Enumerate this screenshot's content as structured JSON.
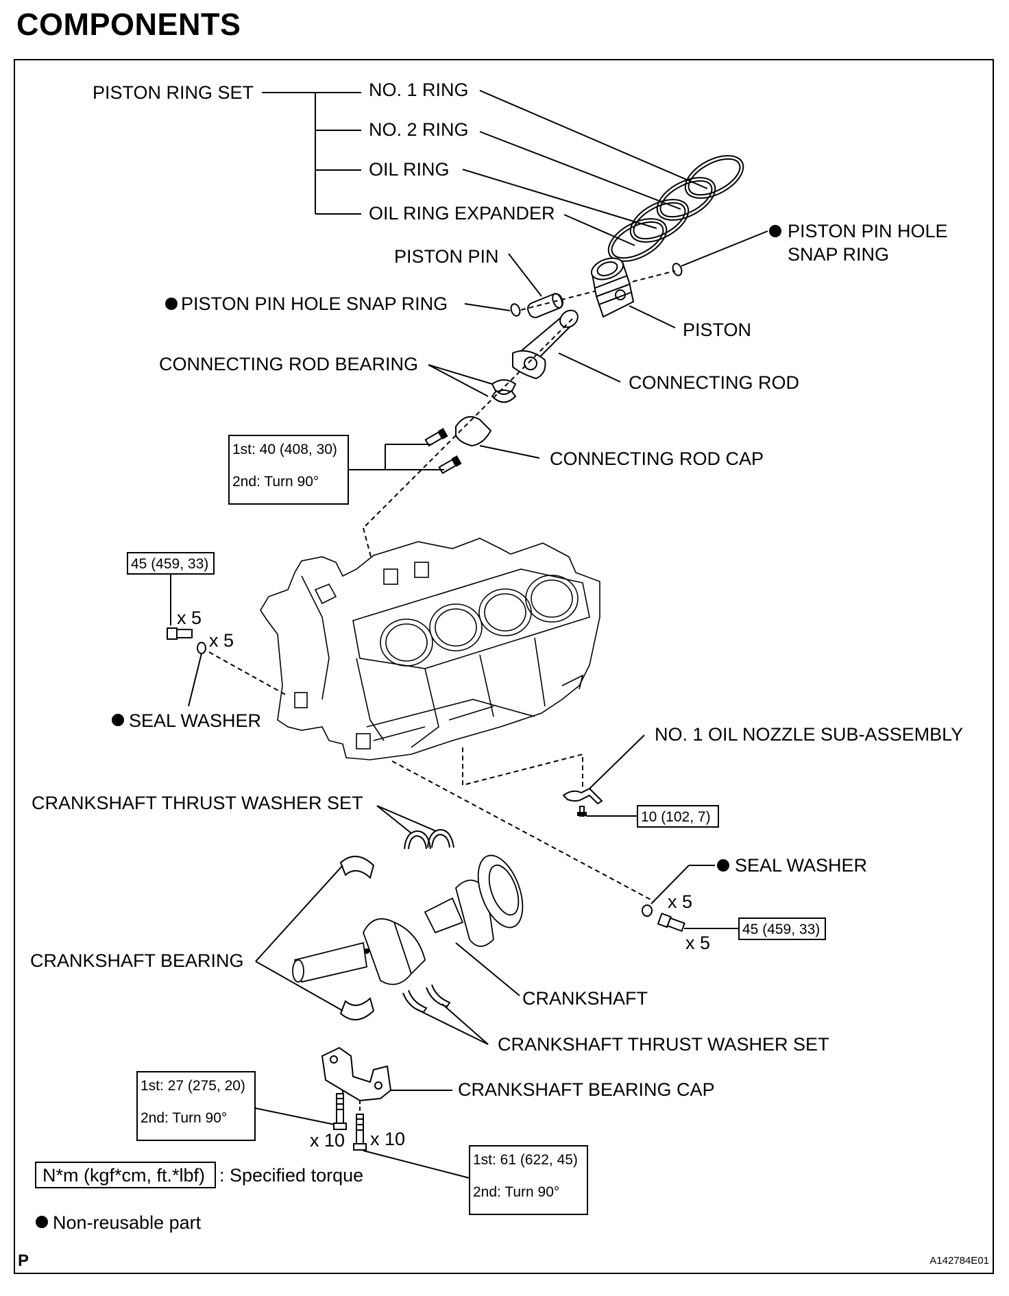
{
  "title": "COMPONENTS",
  "labels": {
    "piston_ring_set": "PISTON RING SET",
    "no1_ring": "NO. 1 RING",
    "no2_ring": "NO. 2 RING",
    "oil_ring": "OIL RING",
    "oil_ring_expander": "OIL RING EXPANDER",
    "snap_ring_right_l1": "PISTON PIN HOLE",
    "snap_ring_right_l2": "SNAP RING",
    "piston_pin": "PISTON PIN",
    "snap_ring_left": "PISTON PIN HOLE SNAP RING",
    "piston": "PISTON",
    "conrod_bearing": "CONNECTING ROD BEARING",
    "conrod": "CONNECTING ROD",
    "conrod_cap": "CONNECTING ROD CAP",
    "seal_washer_left": "SEAL WASHER",
    "oil_nozzle": "NO. 1 OIL NOZZLE SUB-ASSEMBLY",
    "thrust_washer_top": "CRANKSHAFT THRUST WASHER SET",
    "seal_washer_right": "SEAL WASHER",
    "crank_bearing": "CRANKSHAFT BEARING",
    "crankshaft": "CRANKSHAFT",
    "thrust_washer_bottom": "CRANKSHAFT THRUST WASHER SET",
    "crank_bearing_cap": "CRANKSHAFT BEARING CAP"
  },
  "quantities": {
    "bolt_left": "x 5",
    "washer_left": "x 5",
    "washer_right": "x 5",
    "bolt_right": "x 5",
    "cap_bolt_a": "x 10",
    "cap_bolt_b": "x 10"
  },
  "torques": {
    "conrod_1st": "1st: 40 (408, 30)",
    "conrod_2nd": "2nd: Turn 90°",
    "block_left": "45 (459, 33)",
    "oil_nozzle": "10 (102, 7)",
    "block_right": "45 (459, 33)",
    "cap_a_1st": "1st: 27 (275, 20)",
    "cap_a_2nd": "2nd: Turn 90°",
    "cap_b_1st": "1st: 61 (622, 45)",
    "cap_b_2nd": "2nd: Turn 90°"
  },
  "legend": {
    "torque_box": "N*m (kgf*cm, ft.*lbf)",
    "torque_text": ": Specified torque",
    "nonreusable_text": "Non-reusable part"
  },
  "footer": {
    "left_code": "P",
    "figure_code": "A142784E01"
  }
}
